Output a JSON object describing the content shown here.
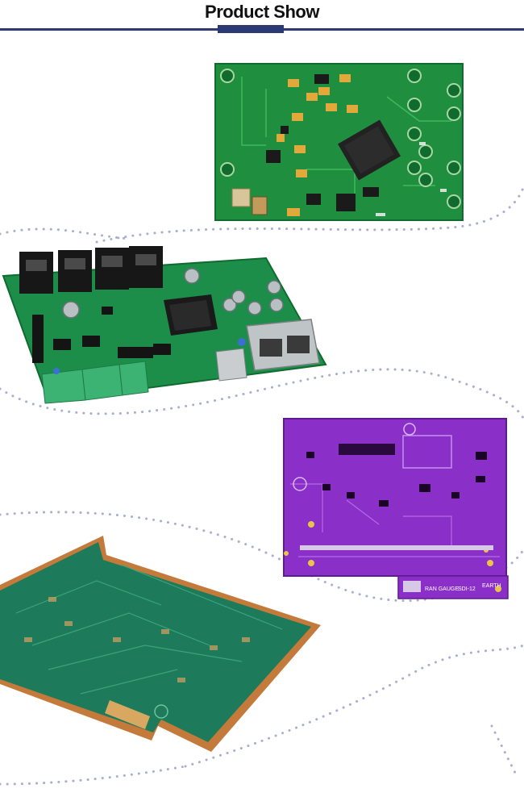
{
  "header": {
    "title": "Product Show"
  },
  "colors": {
    "accent": "#2b3a75",
    "dots": "#a9aed0",
    "pcb_green": "#1f8f3f",
    "pcb_green_dark": "#0f6b2e",
    "pcb_purple": "#8b2fc9",
    "pcb_teal": "#1d7a5a",
    "copper": "#c47a3a"
  },
  "boards": [
    {
      "name": "Green PCB with QFP microcontroller",
      "label_text": ""
    },
    {
      "name": "Green PCB with RJ45 jacks, ethernet and USB ports, green terminal blocks",
      "label_text": ""
    },
    {
      "name": "Purple PCB with headers and SMD parts",
      "labels": [
        "RAN GAUGE",
        "SDI-12",
        "EARTH"
      ]
    },
    {
      "name": "Bare green multilayer PCB with gold edge connector",
      "label_text": ""
    }
  ]
}
